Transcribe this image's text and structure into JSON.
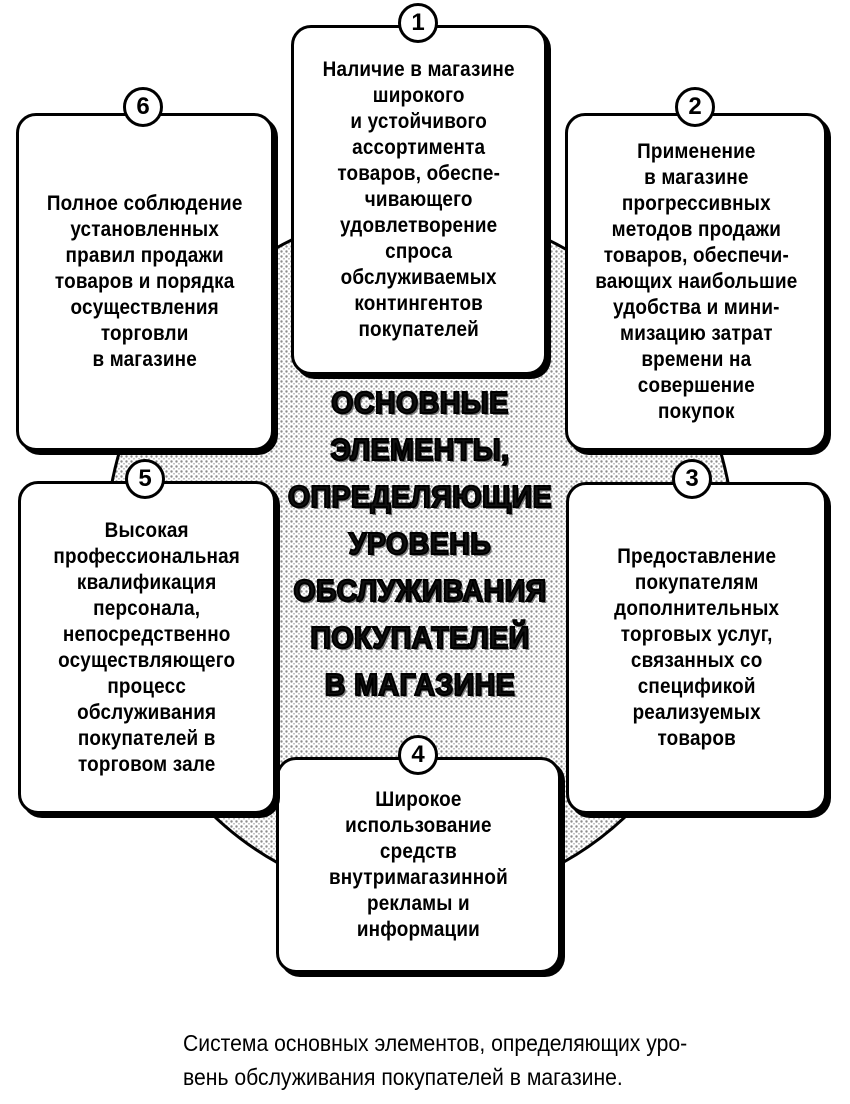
{
  "center_title": "ОСНОВНЫЕ\nЭЛЕМЕНТЫ,\nОПРЕДЕЛЯЮЩИЕ\nУРОВЕНЬ\nОБСЛУЖИВАНИЯ\nПОКУПАТЕЛЕЙ\nВ МАГАЗИНЕ",
  "elements": [
    {
      "number": "1",
      "text": "Наличие в магазине\nширокого\nи устойчивого\nассортимента\nтоваров, обеспе-\nчивающего\nудовлетворение\nспроса\nобслуживаемых\nконтингентов\nпокупателей"
    },
    {
      "number": "2",
      "text": "Применение\nв магазине\nпрогрессивных\nметодов продажи\nтоваров, обеспечи-\nвающих наибольшие\nудобства и мини-\nмизацию затрат\nвремени на\nсовершение\nпокупок"
    },
    {
      "number": "3",
      "text": "Предоставление\nпокупателям\nдополнительных\nторговых услуг,\nсвязанных со\nспецификой\nреализуемых\nтоваров"
    },
    {
      "number": "4",
      "text": "Широкое\nиспользование\nсредств\nвнутримагазинной\nрекламы и\nинформации"
    },
    {
      "number": "5",
      "text": "Высокая\nпрофессиональная\nквалификация\nперсонала,\nнепосредственно\nосуществляющего\nпроцесс\nобслуживания\nпокупателей в\nторговом зале"
    },
    {
      "number": "6",
      "text": "Полное соблюдение\nустановленных\nправил продажи\nтоваров и порядка\nосуществления\nторговли\nв магазине"
    }
  ],
  "caption": "Система основных элементов, определяющих уро-\nвень обслуживания покупателей в магазине.",
  "colors": {
    "ink": "#000000",
    "background": "#ffffff",
    "halftone": "#9a9a9a"
  }
}
